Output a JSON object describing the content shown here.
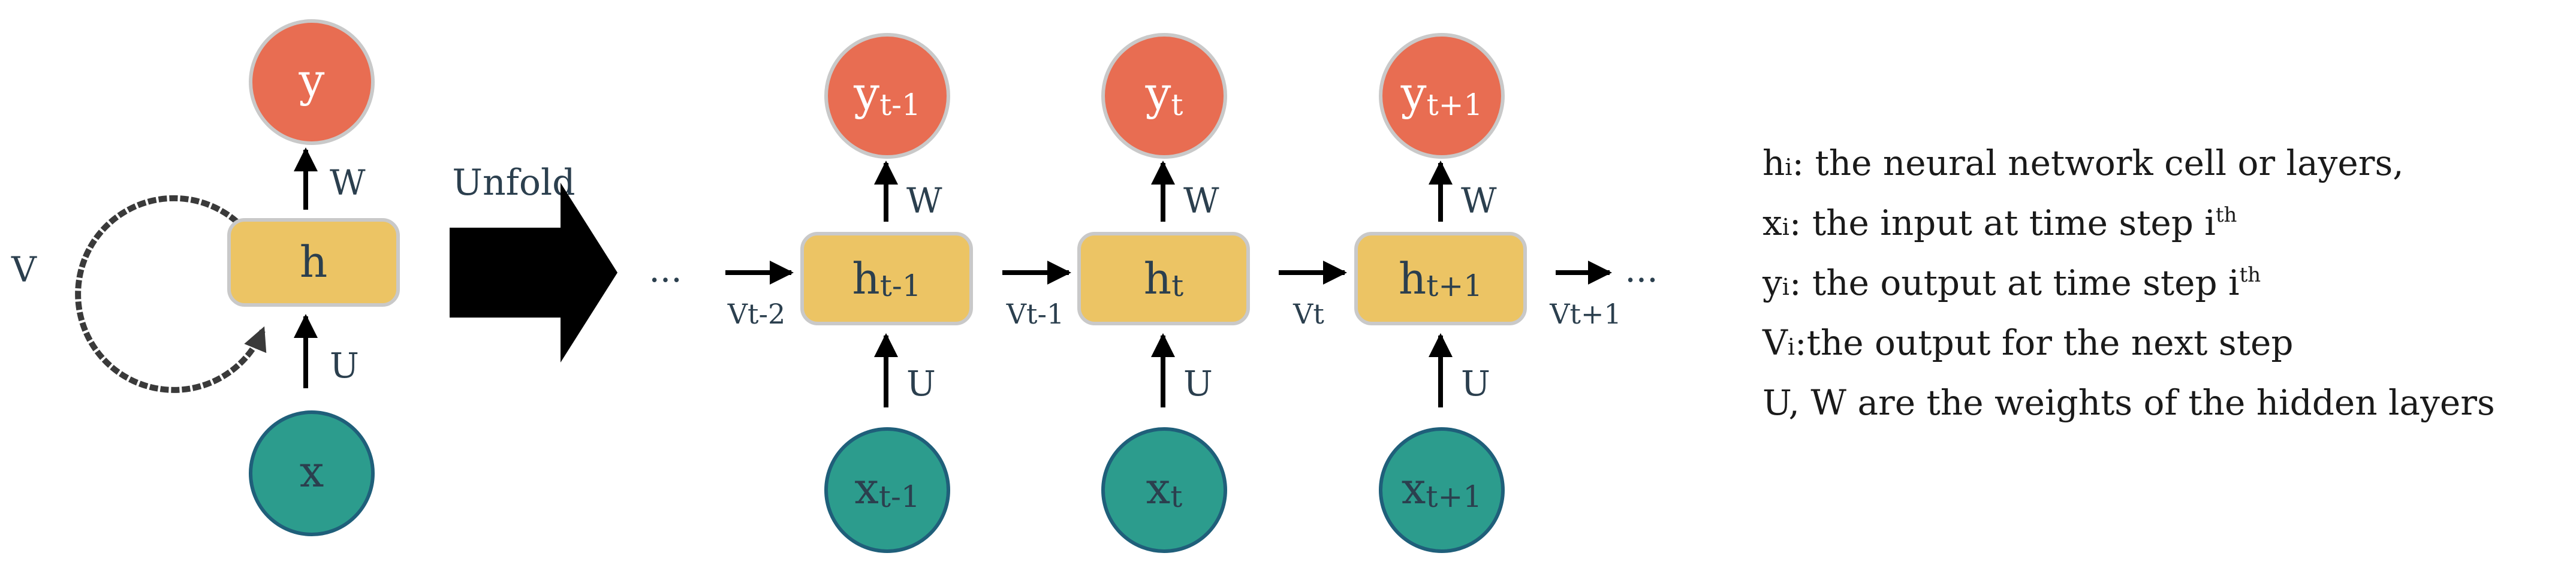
{
  "colors": {
    "output_node": "#e86d52",
    "hidden_node": "#ecc464",
    "input_node": "#2c9c8d",
    "node_border": "#c9c9c9",
    "text_dark": "#2b3f4e",
    "arrow": "#000000",
    "loop": "#3a3a3a"
  },
  "folded": {
    "output": "y",
    "hidden": "h",
    "input": "x",
    "w_label": "W",
    "u_label": "U",
    "v_label": "V"
  },
  "unfold_label": "Unfold",
  "ellipsis": "...",
  "steps": [
    {
      "y_base": "y",
      "y_sub": "t-1",
      "h_base": "h",
      "h_sub": "t-1",
      "x_base": "x",
      "x_sub": "t-1",
      "w_label": "W",
      "u_label": "U"
    },
    {
      "y_base": "y",
      "y_sub": "t",
      "h_base": "h",
      "h_sub": "t",
      "x_base": "x",
      "x_sub": "t",
      "w_label": "W",
      "u_label": "U"
    },
    {
      "y_base": "y",
      "y_sub": "t+1",
      "h_base": "h",
      "h_sub": "t+1",
      "x_base": "x",
      "x_sub": "t+1",
      "w_label": "W",
      "u_label": "U"
    }
  ],
  "v_labels": [
    "Vt-2",
    "Vt-1",
    "Vt",
    "Vt+1"
  ],
  "legend": [
    {
      "sym": "h",
      "sub": "i",
      "text": ": the neural network cell or layers,"
    },
    {
      "sym": "x",
      "sub": "i",
      "text": ": the input at time step i",
      "sup": "th"
    },
    {
      "sym": "y",
      "sub": "i",
      "text": ": the output at time step i",
      "sup": "th"
    },
    {
      "sym": "V",
      "sub": "i",
      "text": ":the output for the next step"
    },
    {
      "text": "U, W are the weights of the hidden layers"
    }
  ]
}
